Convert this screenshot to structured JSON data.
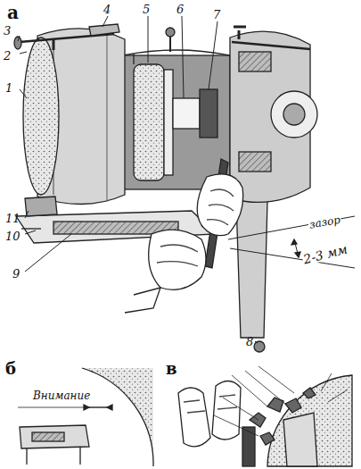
{
  "diagram": {
    "labels": [
      "а",
      "3",
      "2",
      "4",
      "5",
      "6",
      "7",
      "1",
      "11",
      "10",
      "9",
      "8",
      "зазор",
      "2-3 мм",
      "б",
      "Внимание",
      "в"
    ]
  }
}
